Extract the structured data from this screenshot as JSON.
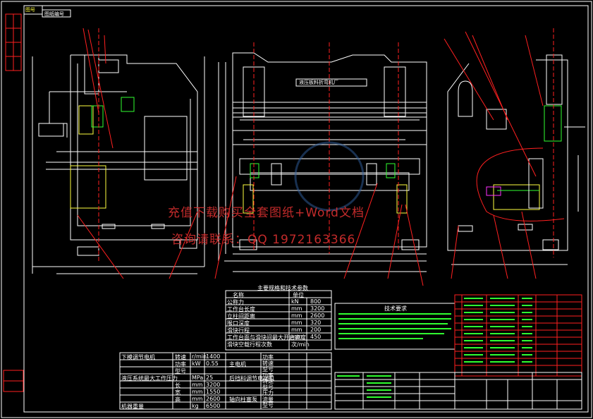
{
  "title_block": {
    "top_left_label": "图号",
    "top_stamp": "图纸编号"
  },
  "front_view": {
    "nameplate": "液压板料折弯机厂"
  },
  "watermark": {
    "line1": "充值下载购买全套图纸+Word文档",
    "line2": "咨询请联系：QQ 1972163366"
  },
  "params_table": {
    "title": "主要规格和技术参数",
    "header": [
      "名称",
      "单位",
      ""
    ],
    "rows": [
      [
        "公称力",
        "kN",
        "800"
      ],
      [
        "工作台长度",
        "mm",
        "3200"
      ],
      [
        "立柱间距离",
        "mm",
        "2600"
      ],
      [
        "喉口深度",
        "mm",
        "320"
      ],
      [
        "滑块行程",
        "mm",
        "200"
      ],
      [
        "工作台面与滑块间最大开启高度",
        "mm",
        "450"
      ],
      [
        "滑块空载行程次数",
        "次/min",
        ""
      ]
    ]
  },
  "motor_table": {
    "left_rows": [
      [
        "下模调节电机",
        "转速",
        "r/min",
        "1400"
      ],
      [
        "",
        "功率",
        "kW",
        "0.55"
      ],
      [
        "",
        "型号",
        "",
        ""
      ],
      [
        "液压系统最大工作压力",
        "",
        "MPa",
        "25"
      ],
      [
        "",
        "长",
        "mm",
        "3200"
      ],
      [
        "",
        "宽",
        "mm",
        "1550"
      ],
      [
        "",
        "高",
        "mm",
        "2600"
      ],
      [
        "机器重量",
        "",
        "kg",
        "6500"
      ]
    ],
    "mid_labels": [
      "主电机",
      "后挡料调节电动机",
      "轴向柱塞泵"
    ],
    "mid_fields": [
      "功率",
      "转速",
      "型号",
      "功率",
      "转速",
      "型号",
      "压力",
      "流量",
      "型号"
    ]
  },
  "tech_req": {
    "title": "技术要求"
  },
  "colors": {
    "outline": "#ffffff",
    "red": "#ff2020",
    "green": "#20ff20",
    "yellow": "#ffff40",
    "cyan": "#30d0ff",
    "blue": "#3050ff",
    "magenta": "#ff30ff"
  }
}
